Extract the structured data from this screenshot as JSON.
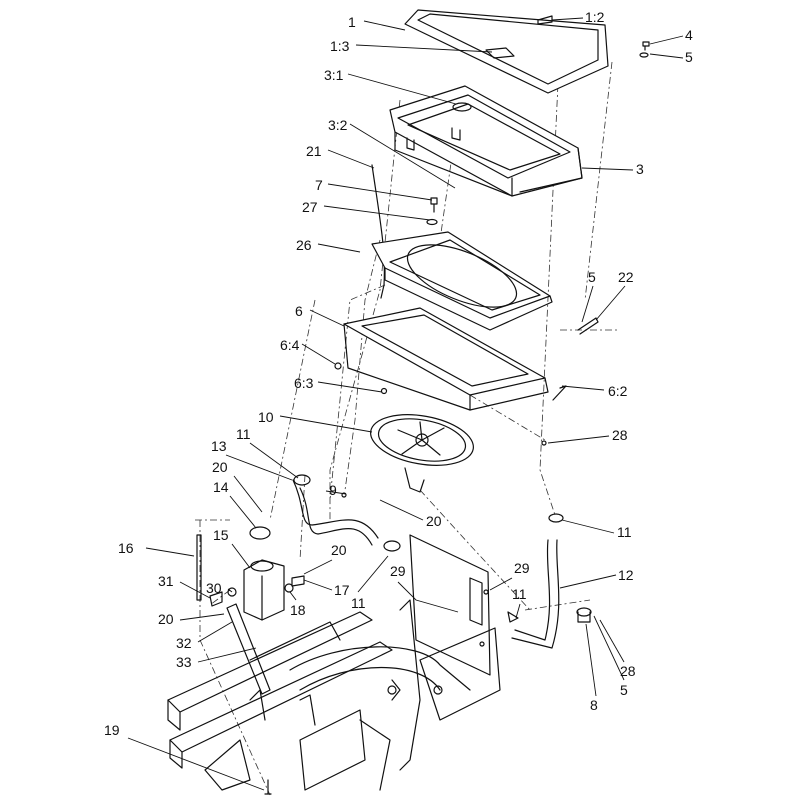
{
  "callouts": [
    {
      "text": "1"
    },
    {
      "text": "1:2"
    },
    {
      "text": "1:3"
    },
    {
      "text": "4"
    },
    {
      "text": "5"
    },
    {
      "text": "3:1"
    },
    {
      "text": "3:2"
    },
    {
      "text": "3"
    },
    {
      "text": "21"
    },
    {
      "text": "7"
    },
    {
      "text": "27"
    },
    {
      "text": "26"
    },
    {
      "text": "5"
    },
    {
      "text": "22"
    },
    {
      "text": "6"
    },
    {
      "text": "6:4"
    },
    {
      "text": "6:3"
    },
    {
      "text": "6:2"
    },
    {
      "text": "10"
    },
    {
      "text": "28"
    },
    {
      "text": "11"
    },
    {
      "text": "13"
    },
    {
      "text": "9"
    },
    {
      "text": "20"
    },
    {
      "text": "20"
    },
    {
      "text": "14"
    },
    {
      "text": "11"
    },
    {
      "text": "16"
    },
    {
      "text": "15"
    },
    {
      "text": "20"
    },
    {
      "text": "12"
    },
    {
      "text": "30"
    },
    {
      "text": "31"
    },
    {
      "text": "17"
    },
    {
      "text": "29"
    },
    {
      "text": "29"
    },
    {
      "text": "18"
    },
    {
      "text": "11"
    },
    {
      "text": "11"
    },
    {
      "text": "20"
    },
    {
      "text": "32"
    },
    {
      "text": "33"
    },
    {
      "text": "28"
    },
    {
      "text": "5"
    },
    {
      "text": "8"
    },
    {
      "text": "19"
    }
  ]
}
